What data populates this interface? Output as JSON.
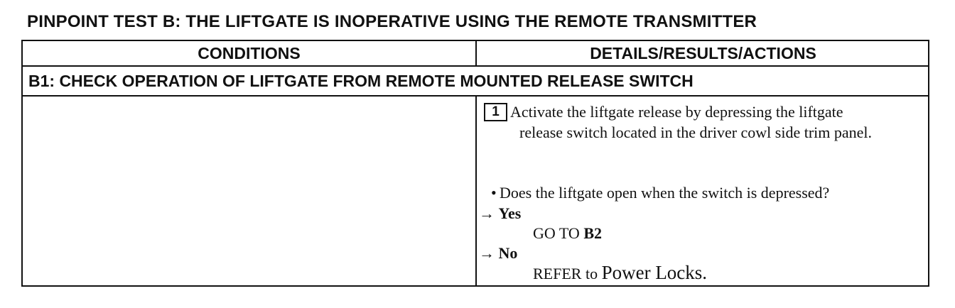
{
  "title": "PINPOINT TEST B: THE LIFTGATE IS INOPERATIVE USING THE REMOTE TRANSMITTER",
  "table": {
    "headers": {
      "conditions": "CONDITIONS",
      "details": "DETAILS/RESULTS/ACTIONS"
    },
    "step_title": "B1: CHECK OPERATION OF LIFTGATE FROM REMOTE MOUNTED RELEASE SWITCH",
    "step_number": "1",
    "instruction_first_line": "Activate the liftgate release by depressing the liftgate",
    "instruction_rest": "release switch located in the driver cowl side trim panel.",
    "question_bullet": "•",
    "question": "Does the liftgate open when the switch is depressed?",
    "arrow": "→",
    "yes_label": "Yes",
    "yes_action_text": "GO TO",
    "yes_action_ref": "B2",
    "no_label": "No",
    "no_action_text": "REFER to",
    "no_action_ref": "Power Locks."
  }
}
